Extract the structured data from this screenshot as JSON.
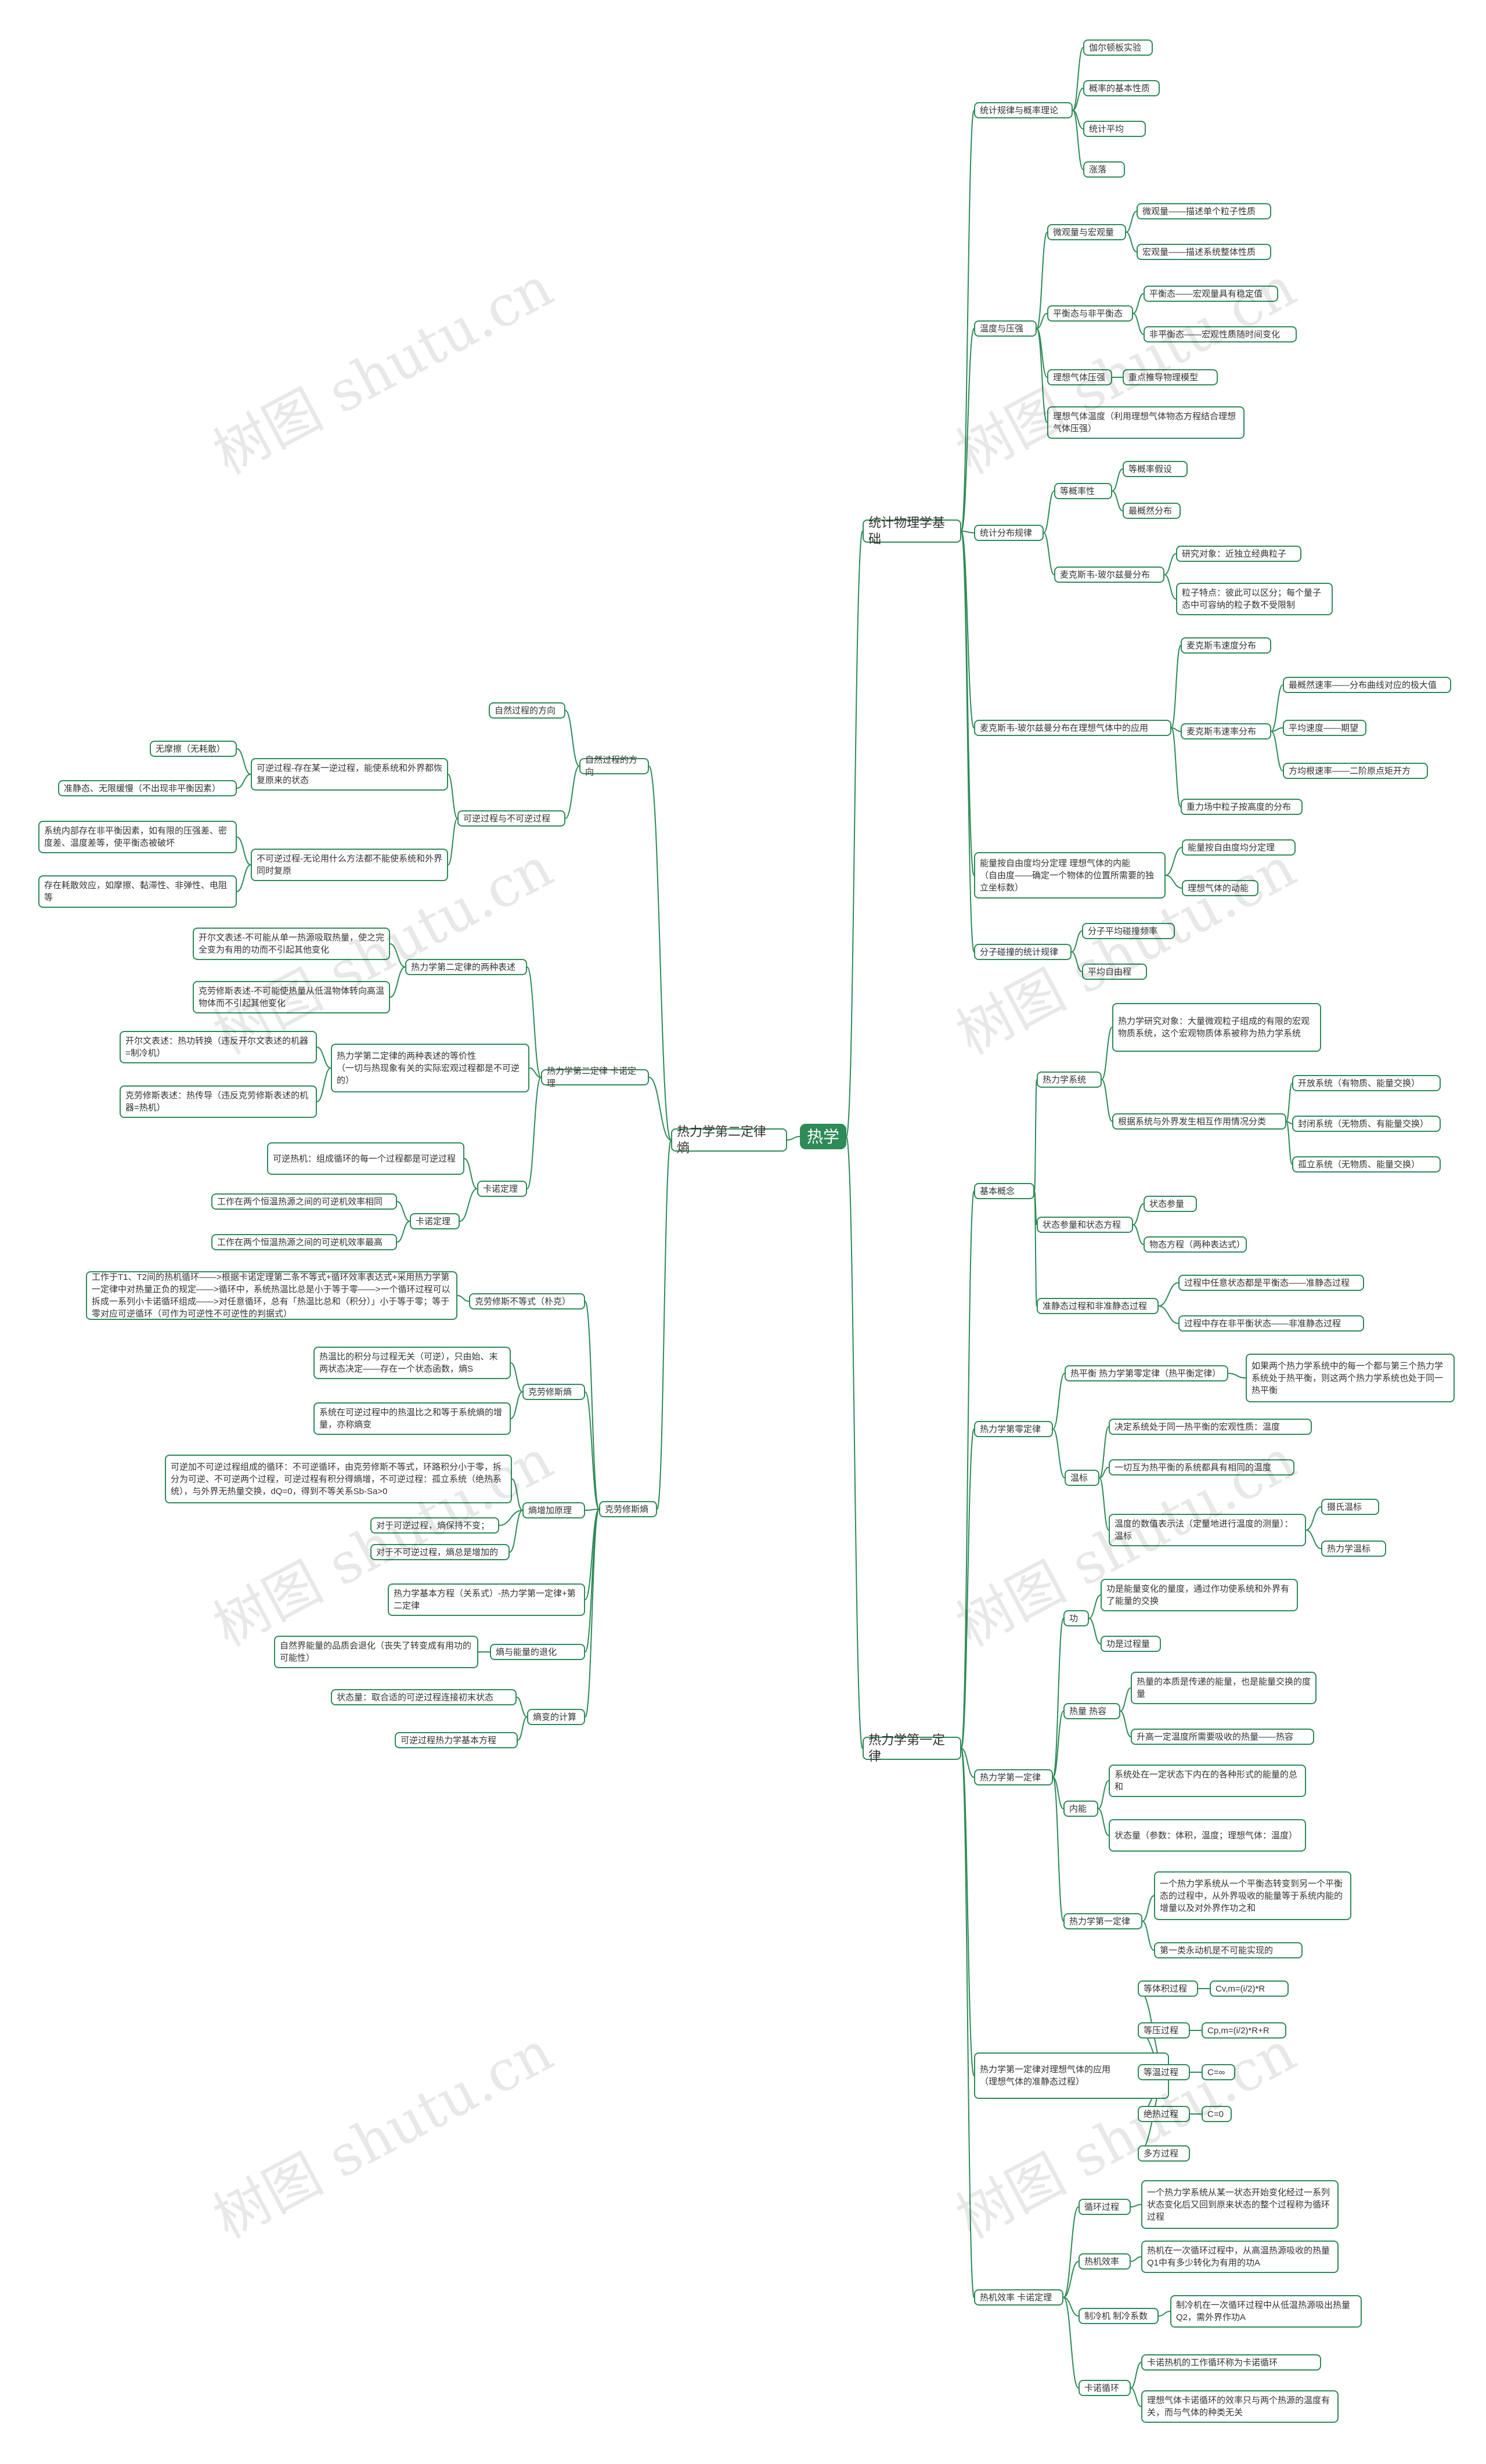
{
  "root": {
    "id": "root",
    "label": "热学"
  },
  "watermark_text": "树图 shutu.cn",
  "nodes": [
    {
      "id": "A",
      "parent": "root",
      "label": "统计物理学基础"
    },
    {
      "id": "A1",
      "parent": "A",
      "label": "统计规律与概率理论"
    },
    {
      "id": "A1a",
      "parent": "A1",
      "label": "伽尔顿板实验"
    },
    {
      "id": "A1b",
      "parent": "A1",
      "label": "概率的基本性质"
    },
    {
      "id": "A1c",
      "parent": "A1",
      "label": "统计平均"
    },
    {
      "id": "A1d",
      "parent": "A1",
      "label": "涨落"
    },
    {
      "id": "A2",
      "parent": "A",
      "label": "温度与压强"
    },
    {
      "id": "A2a",
      "parent": "A2",
      "label": "微观量与宏观量"
    },
    {
      "id": "A2a1",
      "parent": "A2a",
      "label": "微观量——描述单个粒子性质"
    },
    {
      "id": "A2a2",
      "parent": "A2a",
      "label": "宏观量——描述系统整体性质"
    },
    {
      "id": "A2b",
      "parent": "A2",
      "label": "平衡态与非平衡态"
    },
    {
      "id": "A2b1",
      "parent": "A2b",
      "label": "平衡态——宏观量具有稳定值"
    },
    {
      "id": "A2b2",
      "parent": "A2b",
      "label": "非平衡态——宏观性质随时间变化"
    },
    {
      "id": "A2c",
      "parent": "A2",
      "label": "理想气体压强"
    },
    {
      "id": "A2c1",
      "parent": "A2c",
      "label": "重点推导物理模型"
    },
    {
      "id": "A2d",
      "parent": "A2",
      "label": "理想气体温度（利用理想气体物态方程结合理想气体压强）"
    },
    {
      "id": "A3",
      "parent": "A",
      "label": "统计分布规律"
    },
    {
      "id": "A3a",
      "parent": "A3",
      "label": "等概率性"
    },
    {
      "id": "A3a1",
      "parent": "A3a",
      "label": "等概率假设"
    },
    {
      "id": "A3a2",
      "parent": "A3a",
      "label": "最概然分布"
    },
    {
      "id": "A3b",
      "parent": "A3",
      "label": "麦克斯韦-玻尔兹曼分布"
    },
    {
      "id": "A3b1",
      "parent": "A3b",
      "label": "研究对象：近独立经典粒子"
    },
    {
      "id": "A3b2",
      "parent": "A3b",
      "label": "粒子特点：彼此可以区分；每个量子态中可容纳的粒子数不受限制"
    },
    {
      "id": "A4",
      "parent": "A",
      "label": "麦克斯韦-玻尔兹曼分布在理想气体中的应用"
    },
    {
      "id": "A4a",
      "parent": "A4",
      "label": "麦克斯韦速度分布"
    },
    {
      "id": "A4b",
      "parent": "A4",
      "label": "麦克斯韦速率分布"
    },
    {
      "id": "A4b1",
      "parent": "A4b",
      "label": "最概然速率——分布曲线对应的极大值"
    },
    {
      "id": "A4b2",
      "parent": "A4b",
      "label": "平均速度——期望"
    },
    {
      "id": "A4b3",
      "parent": "A4b",
      "label": "方均根速率——二阶原点矩开方"
    },
    {
      "id": "A4c",
      "parent": "A4",
      "label": "重力场中粒子按高度的分布"
    },
    {
      "id": "A5",
      "parent": "A",
      "label": "能量按自由度均分定理 理想气体的内能\n（自由度——确定一个物体的位置所需要的独立坐标数）"
    },
    {
      "id": "A5a",
      "parent": "A5",
      "label": "能量按自由度均分定理"
    },
    {
      "id": "A5b",
      "parent": "A5",
      "label": "理想气体的动能"
    },
    {
      "id": "A6",
      "parent": "A",
      "label": "分子碰撞的统计规律"
    },
    {
      "id": "A6a",
      "parent": "A6",
      "label": "分子平均碰撞频率"
    },
    {
      "id": "A6b",
      "parent": "A6",
      "label": "平均自由程"
    },
    {
      "id": "B",
      "parent": "root",
      "label": "热力学第一定律"
    },
    {
      "id": "B1",
      "parent": "B",
      "label": "基本概念"
    },
    {
      "id": "B1a",
      "parent": "B1",
      "label": "热力学系统"
    },
    {
      "id": "B1a1",
      "parent": "B1a",
      "label": "热力学研究对象：大量微观粒子组成的有限的宏观物质系统，这个宏观物质体系被称为热力学系统"
    },
    {
      "id": "B1a2",
      "parent": "B1a",
      "label": "根据系统与外界发生相互作用情况分类"
    },
    {
      "id": "B1a2a",
      "parent": "B1a2",
      "label": "开放系统（有物质、能量交换）"
    },
    {
      "id": "B1a2b",
      "parent": "B1a2",
      "label": "封闭系统（无物质、有能量交换）"
    },
    {
      "id": "B1a2c",
      "parent": "B1a2",
      "label": "孤立系统（无物质、能量交换）"
    },
    {
      "id": "B1b",
      "parent": "B1",
      "label": "状态参量和状态方程"
    },
    {
      "id": "B1b1",
      "parent": "B1b",
      "label": "状态参量"
    },
    {
      "id": "B1b2",
      "parent": "B1b",
      "label": "物态方程（两种表达式）"
    },
    {
      "id": "B1c",
      "parent": "B1",
      "label": "准静态过程和非准静态过程"
    },
    {
      "id": "B1c1",
      "parent": "B1c",
      "label": "过程中任意状态都是平衡态——准静态过程"
    },
    {
      "id": "B1c2",
      "parent": "B1c",
      "label": "过程中存在非平衡状态——非准静态过程"
    },
    {
      "id": "B2",
      "parent": "B",
      "label": "热力学第零定律"
    },
    {
      "id": "B2a",
      "parent": "B2",
      "label": "热平衡 热力学第零定律（热平衡定律）"
    },
    {
      "id": "B2a1",
      "parent": "B2a",
      "label": "如果两个热力学系统中的每一个都与第三个热力学系统处于热平衡，则这两个热力学系统也处于同一热平衡"
    },
    {
      "id": "B2b",
      "parent": "B2",
      "label": "温标"
    },
    {
      "id": "B2b1",
      "parent": "B2b",
      "label": "决定系统处于同一热平衡的宏观性质：温度"
    },
    {
      "id": "B2b2",
      "parent": "B2b",
      "label": "一切互为热平衡的系统都具有相同的温度"
    },
    {
      "id": "B2b3",
      "parent": "B2b",
      "label": "温度的数值表示法（定量地进行温度的测量）：温标"
    },
    {
      "id": "B2b3a",
      "parent": "B2b3",
      "label": "摄氏温标"
    },
    {
      "id": "B2b3b",
      "parent": "B2b3",
      "label": "热力学温标"
    },
    {
      "id": "B3",
      "parent": "B",
      "label": "热力学第一定律"
    },
    {
      "id": "B3a",
      "parent": "B3",
      "label": "功"
    },
    {
      "id": "B3a1",
      "parent": "B3a",
      "label": "功是能量变化的量度，通过作功使系统和外界有了能量的交换"
    },
    {
      "id": "B3a2",
      "parent": "B3a",
      "label": "功是过程量"
    },
    {
      "id": "B3b",
      "parent": "B3",
      "label": "热量 热容"
    },
    {
      "id": "B3b1",
      "parent": "B3b",
      "label": "热量的本质是传递的能量，也是能量交换的度量"
    },
    {
      "id": "B3b2",
      "parent": "B3b",
      "label": "升高一定温度所需要吸收的热量——热容"
    },
    {
      "id": "B3c",
      "parent": "B3",
      "label": "内能"
    },
    {
      "id": "B3c1",
      "parent": "B3c",
      "label": "系统处在一定状态下内在的各种形式的能量的总和"
    },
    {
      "id": "B3c2",
      "parent": "B3c",
      "label": "状态量（参数：体积，温度；理想气体：温度）"
    },
    {
      "id": "B3d",
      "parent": "B3",
      "label": "热力学第一定律"
    },
    {
      "id": "B3d1",
      "parent": "B3d",
      "label": "一个热力学系统从一个平衡态转变到另一个平衡态的过程中，从外界吸收的能量等于系统内能的增量以及对外界作功之和"
    },
    {
      "id": "B3d2",
      "parent": "B3d",
      "label": "第一类永动机是不可能实现的"
    },
    {
      "id": "B4",
      "parent": "B",
      "label": "热力学第一定律对理想气体的应用\n（理想气体的准静态过程）"
    },
    {
      "id": "B4a",
      "parent": "B4",
      "label": "等体积过程"
    },
    {
      "id": "B4a1",
      "parent": "B4a",
      "label": "Cv,m=(i/2)*R"
    },
    {
      "id": "B4b",
      "parent": "B4",
      "label": "等压过程"
    },
    {
      "id": "B4b1",
      "parent": "B4b",
      "label": "Cp,m=(i/2)*R+R"
    },
    {
      "id": "B4c",
      "parent": "B4",
      "label": "等温过程"
    },
    {
      "id": "B4c1",
      "parent": "B4c",
      "label": "C=∞"
    },
    {
      "id": "B4d",
      "parent": "B4",
      "label": "绝热过程"
    },
    {
      "id": "B4d1",
      "parent": "B4d",
      "label": "C=0"
    },
    {
      "id": "B4e",
      "parent": "B4",
      "label": "多方过程"
    },
    {
      "id": "B5",
      "parent": "B",
      "label": "热机效率 卡诺定理"
    },
    {
      "id": "B5a",
      "parent": "B5",
      "label": "循环过程"
    },
    {
      "id": "B5a1",
      "parent": "B5a",
      "label": "一个热力学系统从某一状态开始变化经过一系列状态变化后又回到原来状态的整个过程称为循环过程"
    },
    {
      "id": "B5b",
      "parent": "B5",
      "label": "热机效率"
    },
    {
      "id": "B5b1",
      "parent": "B5b",
      "label": "热机在一次循环过程中，从高温热源吸收的热量Q1中有多少转化为有用的功A"
    },
    {
      "id": "B5c",
      "parent": "B5",
      "label": "制冷机 制冷系数"
    },
    {
      "id": "B5c1",
      "parent": "B5c",
      "label": "制冷机在一次循环过程中从低温热源吸出热量Q2，需外界作功A"
    },
    {
      "id": "B5d",
      "parent": "B5",
      "label": "卡诺循环"
    },
    {
      "id": "B5d1",
      "parent": "B5d",
      "label": "卡诺热机的工作循环称为卡诺循环"
    },
    {
      "id": "B5d2",
      "parent": "B5d",
      "label": "理想气体卡诺循环的效率只与两个热源的温度有关，而与气体的种类无关"
    },
    {
      "id": "C",
      "parent": "root",
      "label": "热力学第二定律 熵"
    },
    {
      "id": "C1",
      "parent": "C",
      "label": "自然过程的方向"
    },
    {
      "id": "C1a",
      "parent": "C1",
      "label": "自然过程的方向"
    },
    {
      "id": "C1b",
      "parent": "C1",
      "label": "可逆过程与不可逆过程"
    },
    {
      "id": "C1b1",
      "parent": "C1b",
      "label": "可逆过程-存在某一逆过程，能使系统和外界都恢复原来的状态"
    },
    {
      "id": "C1b1a",
      "parent": "C1b1",
      "label": "无摩擦（无耗散）"
    },
    {
      "id": "C1b1b",
      "parent": "C1b1",
      "label": "准静态、无限缓慢（不出现非平衡因素）"
    },
    {
      "id": "C1b2",
      "parent": "C1b",
      "label": "不可逆过程-无论用什么方法都不能使系统和外界同时复原"
    },
    {
      "id": "C1b2a",
      "parent": "C1b2",
      "label": "系统内部存在非平衡因素，如有限的压强差、密度差、温度差等，使平衡态被破坏"
    },
    {
      "id": "C1b2b",
      "parent": "C1b2",
      "label": "存在耗散效应，如摩擦、黏滞性、非弹性、电阻等"
    },
    {
      "id": "C2",
      "parent": "C",
      "label": "热力学第二定律 卡诺定理"
    },
    {
      "id": "C2a",
      "parent": "C2",
      "label": "热力学第二定律的两种表述"
    },
    {
      "id": "C2a1",
      "parent": "C2a",
      "label": "开尔文表述-不可能从单一热源吸取热量，使之完全变为有用的功而不引起其他变化"
    },
    {
      "id": "C2a2",
      "parent": "C2a",
      "label": "克劳修斯表述-不可能使热量从低温物体转向高温物体而不引起其他变化"
    },
    {
      "id": "C2b",
      "parent": "C2",
      "label": "热力学第二定律的两种表述的等价性\n（一切与热现象有关的实际宏观过程都是不可逆的）"
    },
    {
      "id": "C2b1",
      "parent": "C2b",
      "label": "开尔文表述：热功转换（违反开尔文表述的机器=制冷机）"
    },
    {
      "id": "C2b2",
      "parent": "C2b",
      "label": "克劳修斯表述：热传导（违反克劳修斯表述的机器=热机）"
    },
    {
      "id": "C2c",
      "parent": "C2",
      "label": "卡诺定理"
    },
    {
      "id": "C2c1",
      "parent": "C2c",
      "label": "可逆热机：组成循环的每一个过程都是可逆过程"
    },
    {
      "id": "C2c2",
      "parent": "C2c",
      "label": "卡诺定理"
    },
    {
      "id": "C2c2a",
      "parent": "C2c2",
      "label": "工作在两个恒温热源之间的可逆机效率相同"
    },
    {
      "id": "C2c2b",
      "parent": "C2c2",
      "label": "工作在两个恒温热源之间的可逆机效率最高"
    },
    {
      "id": "C3",
      "parent": "C",
      "label": "克劳修斯熵"
    },
    {
      "id": "C3a",
      "parent": "C3",
      "label": "克劳修斯不等式（朴克）"
    },
    {
      "id": "C3a1",
      "parent": "C3a",
      "label": "工作于T1、T2间的热机循环——>根据卡诺定理第二条不等式+循环效率表达式+采用热力学第一定律中对热量正负的规定——>循环中，系统热温比总是小于等于零——>一个循环过程可以拆成一系列小卡诺循环组成——>对任意循环，总有「热温比总和（积分）」小于等于零；等于零对应可逆循环（可作为可逆性不可逆性的判据式）"
    },
    {
      "id": "C3b",
      "parent": "C3",
      "label": "克劳修斯熵"
    },
    {
      "id": "C3b1",
      "parent": "C3b",
      "label": "热温比的积分与过程无关（可逆），只由始、末两状态决定——存在一个状态函数，熵S"
    },
    {
      "id": "C3b2",
      "parent": "C3b",
      "label": "系统在可逆过程中的热温比之和等于系统熵的增量，亦称熵变"
    },
    {
      "id": "C3c",
      "parent": "C3",
      "label": "熵增加原理"
    },
    {
      "id": "C3c1",
      "parent": "C3c",
      "label": "可逆加不可逆过程组成的循环：不可逆循环，由克劳修斯不等式，环路积分小于零，拆分为可逆、不可逆两个过程，可逆过程有积分得熵增，不可逆过程：孤立系统（绝热系统），与外界无热量交换，dQ=0，得到不等关系Sb-Sa>0"
    },
    {
      "id": "C3c2",
      "parent": "C3c",
      "label": "对于可逆过程，熵保持不变；"
    },
    {
      "id": "C3c3",
      "parent": "C3c",
      "label": "对于不可逆过程，熵总是增加的"
    },
    {
      "id": "C3d",
      "parent": "C3",
      "label": "热力学基本方程（关系式）-热力学第一定律+第二定律"
    },
    {
      "id": "C3e",
      "parent": "C3",
      "label": "熵与能量的退化"
    },
    {
      "id": "C3e1",
      "parent": "C3e",
      "label": "自然界能量的品质会退化（丧失了转变成有用功的可能性）"
    },
    {
      "id": "C3f",
      "parent": "C3",
      "label": "熵变的计算"
    },
    {
      "id": "C3f1",
      "parent": "C3f",
      "label": "状态量：取合适的可逆过程连接初末状态"
    },
    {
      "id": "C3f2",
      "parent": "C3f",
      "label": "可逆过程热力学基本方程"
    }
  ]
}
